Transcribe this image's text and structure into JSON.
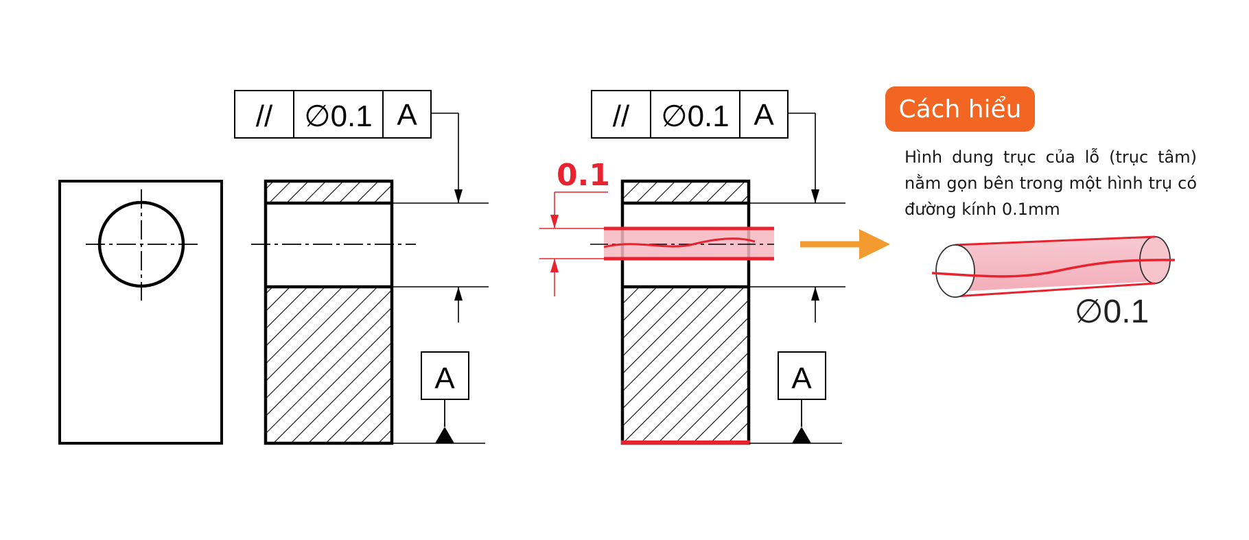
{
  "fcf_left": {
    "symbol": "//",
    "tolerance": "∅0.1",
    "datum": "A"
  },
  "fcf_right": {
    "symbol": "//",
    "tolerance": "∅0.1",
    "datum": "A"
  },
  "datum_left": "A",
  "datum_right": "A",
  "tolerance_zone_label": "0.1",
  "interpretation": {
    "title": "Cách hiểu",
    "description": "Hình dung trục của lỗ (trục tâm) nằm gọn bên trong một hình trụ có đường kính 0.1mm",
    "cylinder_label": "∅0.1"
  },
  "colors": {
    "red": "#e8232f",
    "orange": "#f26522",
    "arrow": "#f29a2e",
    "zone_fill": "#f4b6c0"
  }
}
